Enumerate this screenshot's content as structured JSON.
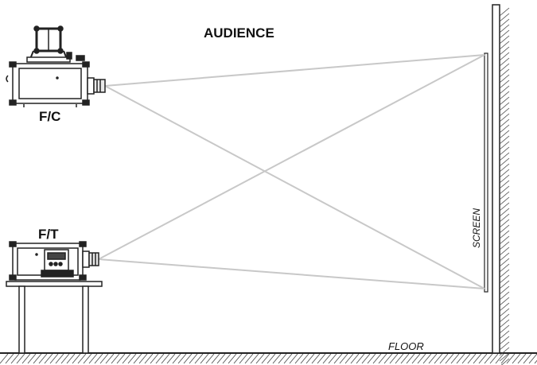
{
  "labels": {
    "audience": "AUDIENCE",
    "ceiling_mount": "F/C",
    "table_mount": "F/T",
    "screen": "SCREEN",
    "floor": "FLOOR"
  },
  "colors": {
    "line": "#222222",
    "beam": "#c8c8c8",
    "hatch": "#444444",
    "screen_fill": "#ffffff",
    "lens": "#e8e8e8"
  }
}
